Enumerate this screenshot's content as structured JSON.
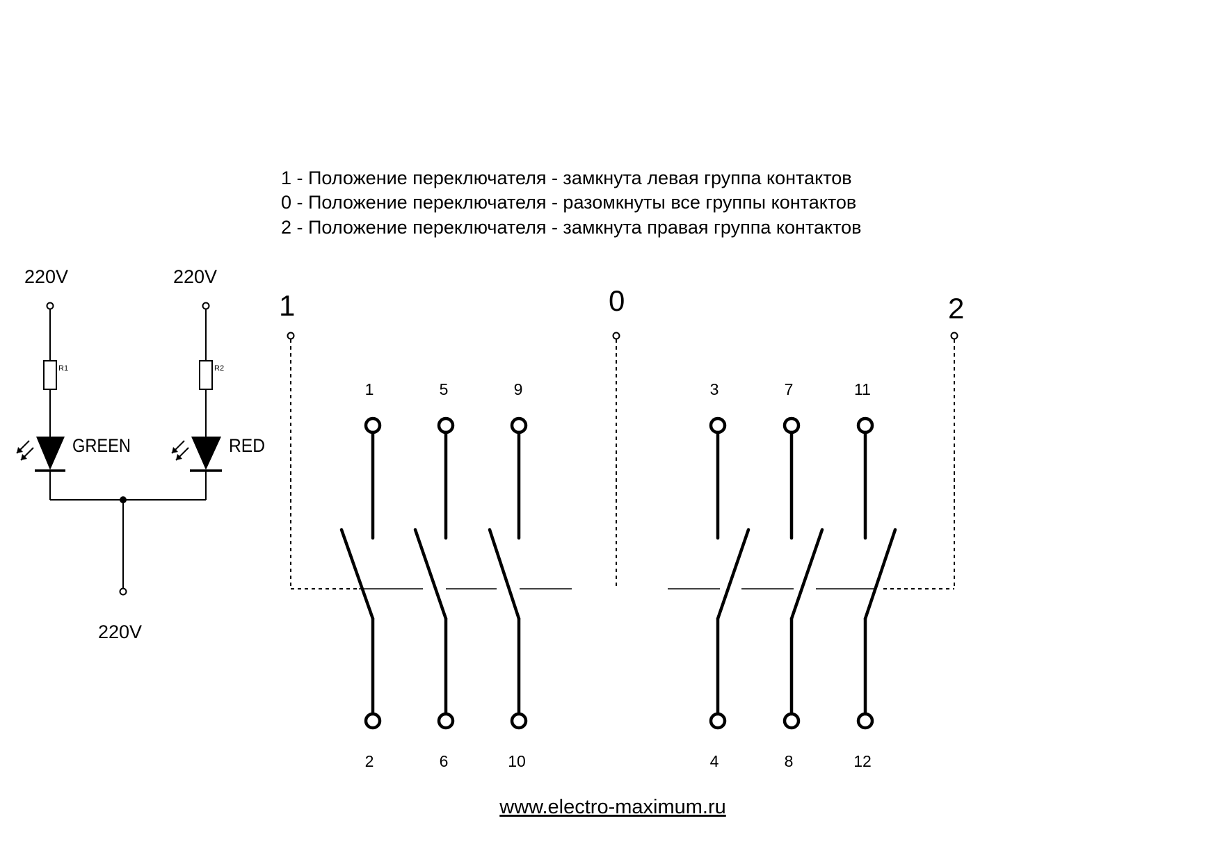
{
  "legend": {
    "line1": "1 - Положение переключателя - замкнута левая группа контактов",
    "line2": "0 - Положение переключателя - разомкнуты все группы контактов",
    "line3": "2 - Положение переключателя - замкнута правая группа контактов"
  },
  "circuit": {
    "supply_left": "220V",
    "supply_right": "220V",
    "supply_bottom": "220V",
    "resistor_left": "R1",
    "resistor_right": "R2",
    "led_left": "GREEN",
    "led_right": "RED"
  },
  "positions": {
    "left": "1",
    "center": "0",
    "right": "2"
  },
  "terminals": {
    "top": [
      "1",
      "5",
      "9",
      "3",
      "7",
      "11"
    ],
    "bottom": [
      "2",
      "6",
      "10",
      "4",
      "8",
      "12"
    ]
  },
  "footer": {
    "url": "www.electro-maximum.ru"
  }
}
